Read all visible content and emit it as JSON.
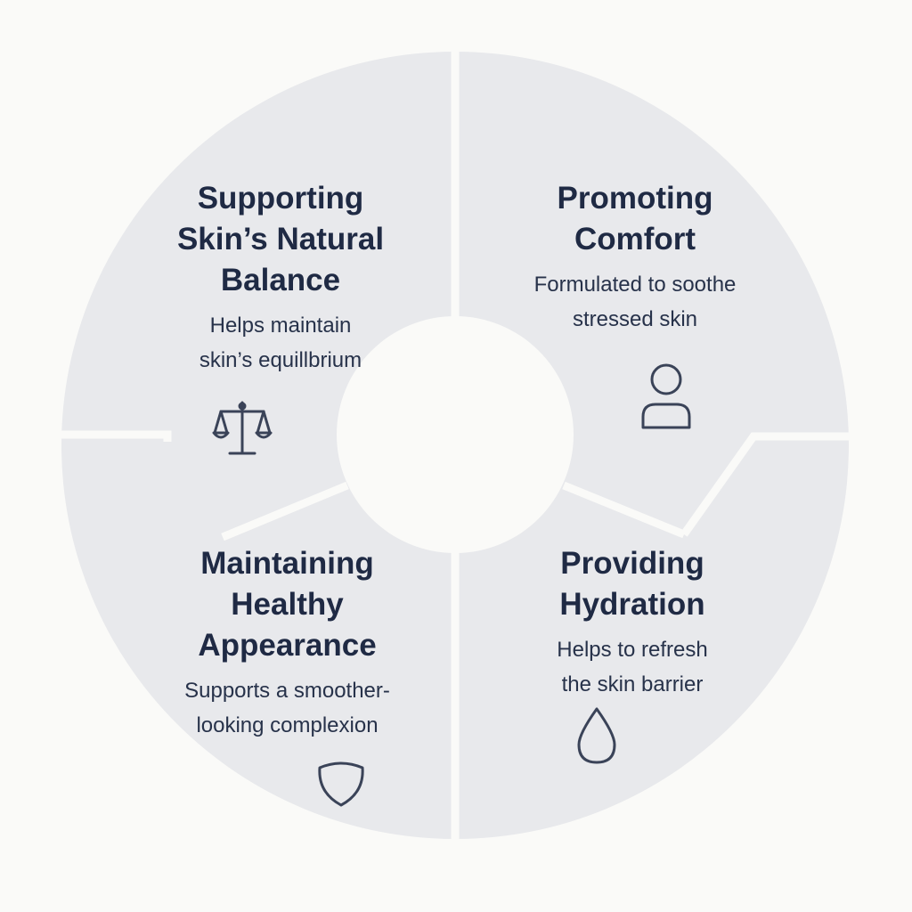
{
  "segments": [
    {
      "key": "top-left",
      "title_lines": [
        "Supporting",
        "Skin’s Natural",
        "Balance"
      ],
      "desc_lines": [
        "Helps maintain",
        "skin’s equillbrium"
      ],
      "icon": "scales-icon"
    },
    {
      "key": "top-right",
      "title_lines": [
        "Promoting",
        "Comfort"
      ],
      "desc_lines": [
        "Formulated to soothe",
        "stressed skin"
      ],
      "icon": "person-icon"
    },
    {
      "key": "bottom-left",
      "title_lines": [
        "Maintaining",
        "Healthy",
        "Appearance"
      ],
      "desc_lines": [
        "Supports a smoother-",
        "looking complexion"
      ],
      "icon": "shield-icon"
    },
    {
      "key": "bottom-right",
      "title_lines": [
        "Providing",
        "Hydration"
      ],
      "desc_lines": [
        "Helps to refresh",
        "the skin barrier"
      ],
      "icon": "water-drop-icon"
    }
  ],
  "colors": {
    "background": "#fafaf8",
    "segment_fill": "#e8e9ec",
    "text": "#1f2a44",
    "icon_stroke": "#3a4358"
  }
}
